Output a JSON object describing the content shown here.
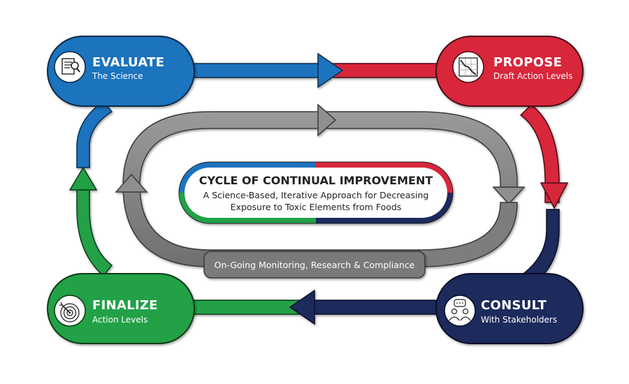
{
  "stages": {
    "evaluate": {
      "title": "EVALUATE",
      "subtitle": "The Science",
      "color": "#1a73be",
      "icon": "document-magnifier-icon"
    },
    "propose": {
      "title": "PROPOSE",
      "subtitle": "Draft Action Levels",
      "color": "#d8263b",
      "icon": "declining-chart-icon"
    },
    "consult": {
      "title": "CONSULT",
      "subtitle": "With Stakeholders",
      "color": "#1f2a5c",
      "icon": "people-discussion-icon"
    },
    "finalize": {
      "title": "FINALIZE",
      "subtitle": "Action Levels",
      "color": "#23a146",
      "icon": "target-arrow-icon"
    }
  },
  "center": {
    "title": "CYCLE OF CONTINUAL IMPROVEMENT",
    "line1": "A Science-Based, Iterative Approach for Decreasing",
    "line2": "Exposure to Toxic Elements from Foods"
  },
  "banner": {
    "text": "On-Going Monitoring, Research & Compliance",
    "color": "#7a7a7a"
  },
  "loop_color": "#8a8a8a"
}
